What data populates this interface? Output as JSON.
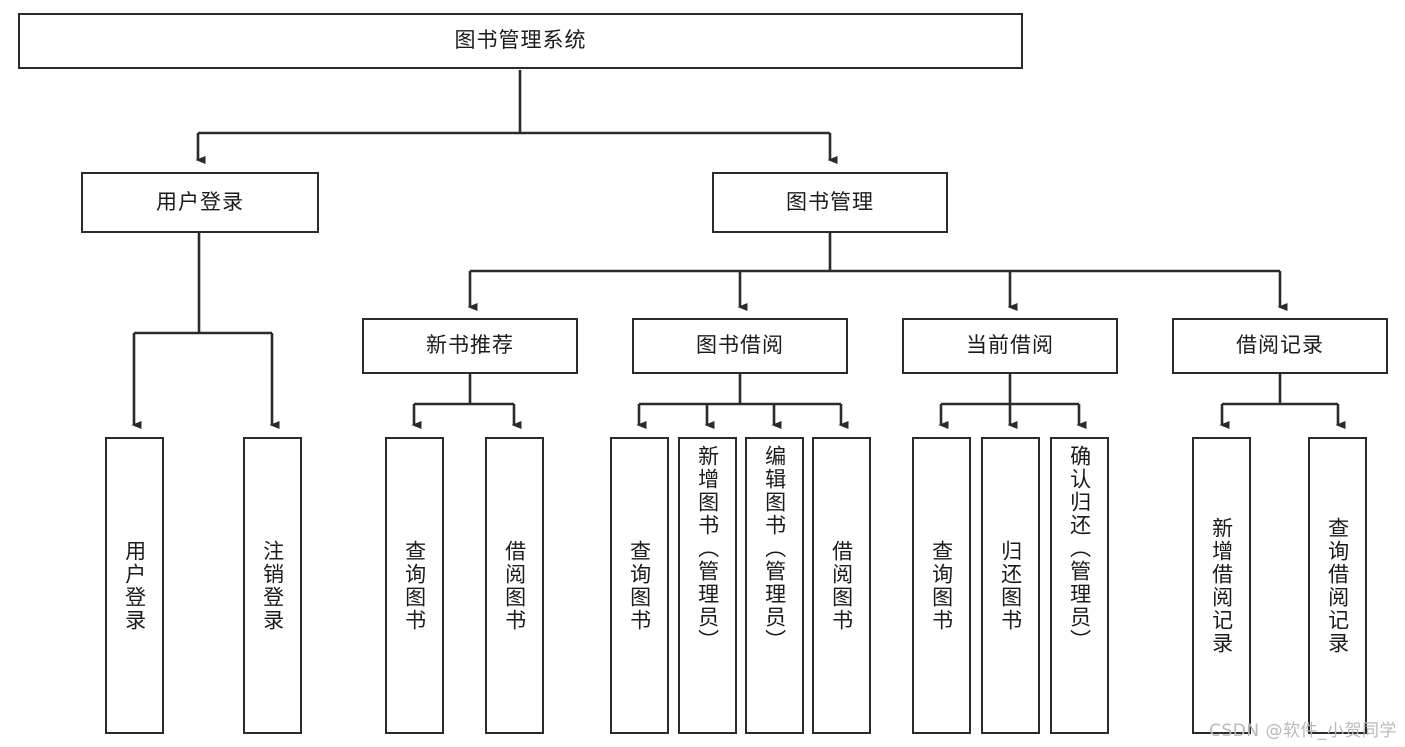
{
  "diagram": {
    "title": "图书管理系统",
    "type": "tree-hierarchy",
    "root": {
      "label": "图书管理系统"
    },
    "level2": [
      {
        "label": "用户登录"
      },
      {
        "label": "图书管理"
      }
    ],
    "level3": [
      {
        "label": "新书推荐"
      },
      {
        "label": "图书借阅"
      },
      {
        "label": "当前借阅"
      },
      {
        "label": "借阅记录"
      }
    ],
    "leaves": {
      "user_login": [
        {
          "label": "用户登录"
        },
        {
          "label": "注销登录"
        }
      ],
      "new_book_recommend": [
        {
          "label": "查询图书"
        },
        {
          "label": "借阅图书"
        }
      ],
      "book_borrow": [
        {
          "label": "查询图书"
        },
        {
          "label": "新增图书（管理员）"
        },
        {
          "label": "编辑图书（管理员）"
        },
        {
          "label": "借阅图书"
        }
      ],
      "current_borrow": [
        {
          "label": "查询图书"
        },
        {
          "label": "归还图书"
        },
        {
          "label": "确认归还（管理员）"
        }
      ],
      "borrow_record": [
        {
          "label": "新增借阅记录"
        },
        {
          "label": "查询借阅记录"
        }
      ]
    }
  },
  "watermark": {
    "text": "CSDN @软件_小贺同学"
  },
  "colors": {
    "stroke": "#2b2b2b",
    "box_fill": "#ffffff",
    "text": "#1b1b1b",
    "watermark": "#b9b9b9"
  }
}
